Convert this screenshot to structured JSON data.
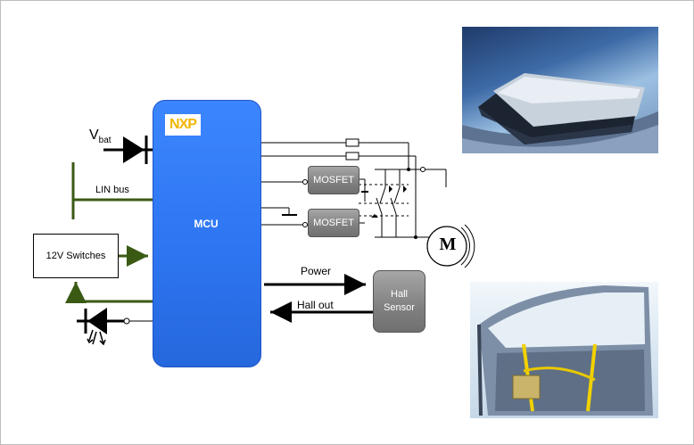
{
  "labels": {
    "vbat_main": "V",
    "vbat_sub": "bat",
    "lin_bus": "LIN bus",
    "switches": "12V Switches",
    "mcu": "MCU",
    "nxp": "NXP",
    "mosfet_1": "MOSFET",
    "mosfet_2": "MOSFET",
    "power": "Power",
    "hall_out": "Hall out",
    "hall_line1": "Hall",
    "hall_line2": "Sensor",
    "motor": "M"
  },
  "colors": {
    "mcu_blue": "#2d74f0",
    "bus_green": "#3a5a14",
    "box_gray": "#808080",
    "nxp_yellow": "#f2b600"
  },
  "icons": {
    "diode": "diode-icon",
    "led": "led-icon",
    "motor": "motor-icon",
    "relay": "relay-switch-icon",
    "resistor": "resistor-icon"
  }
}
